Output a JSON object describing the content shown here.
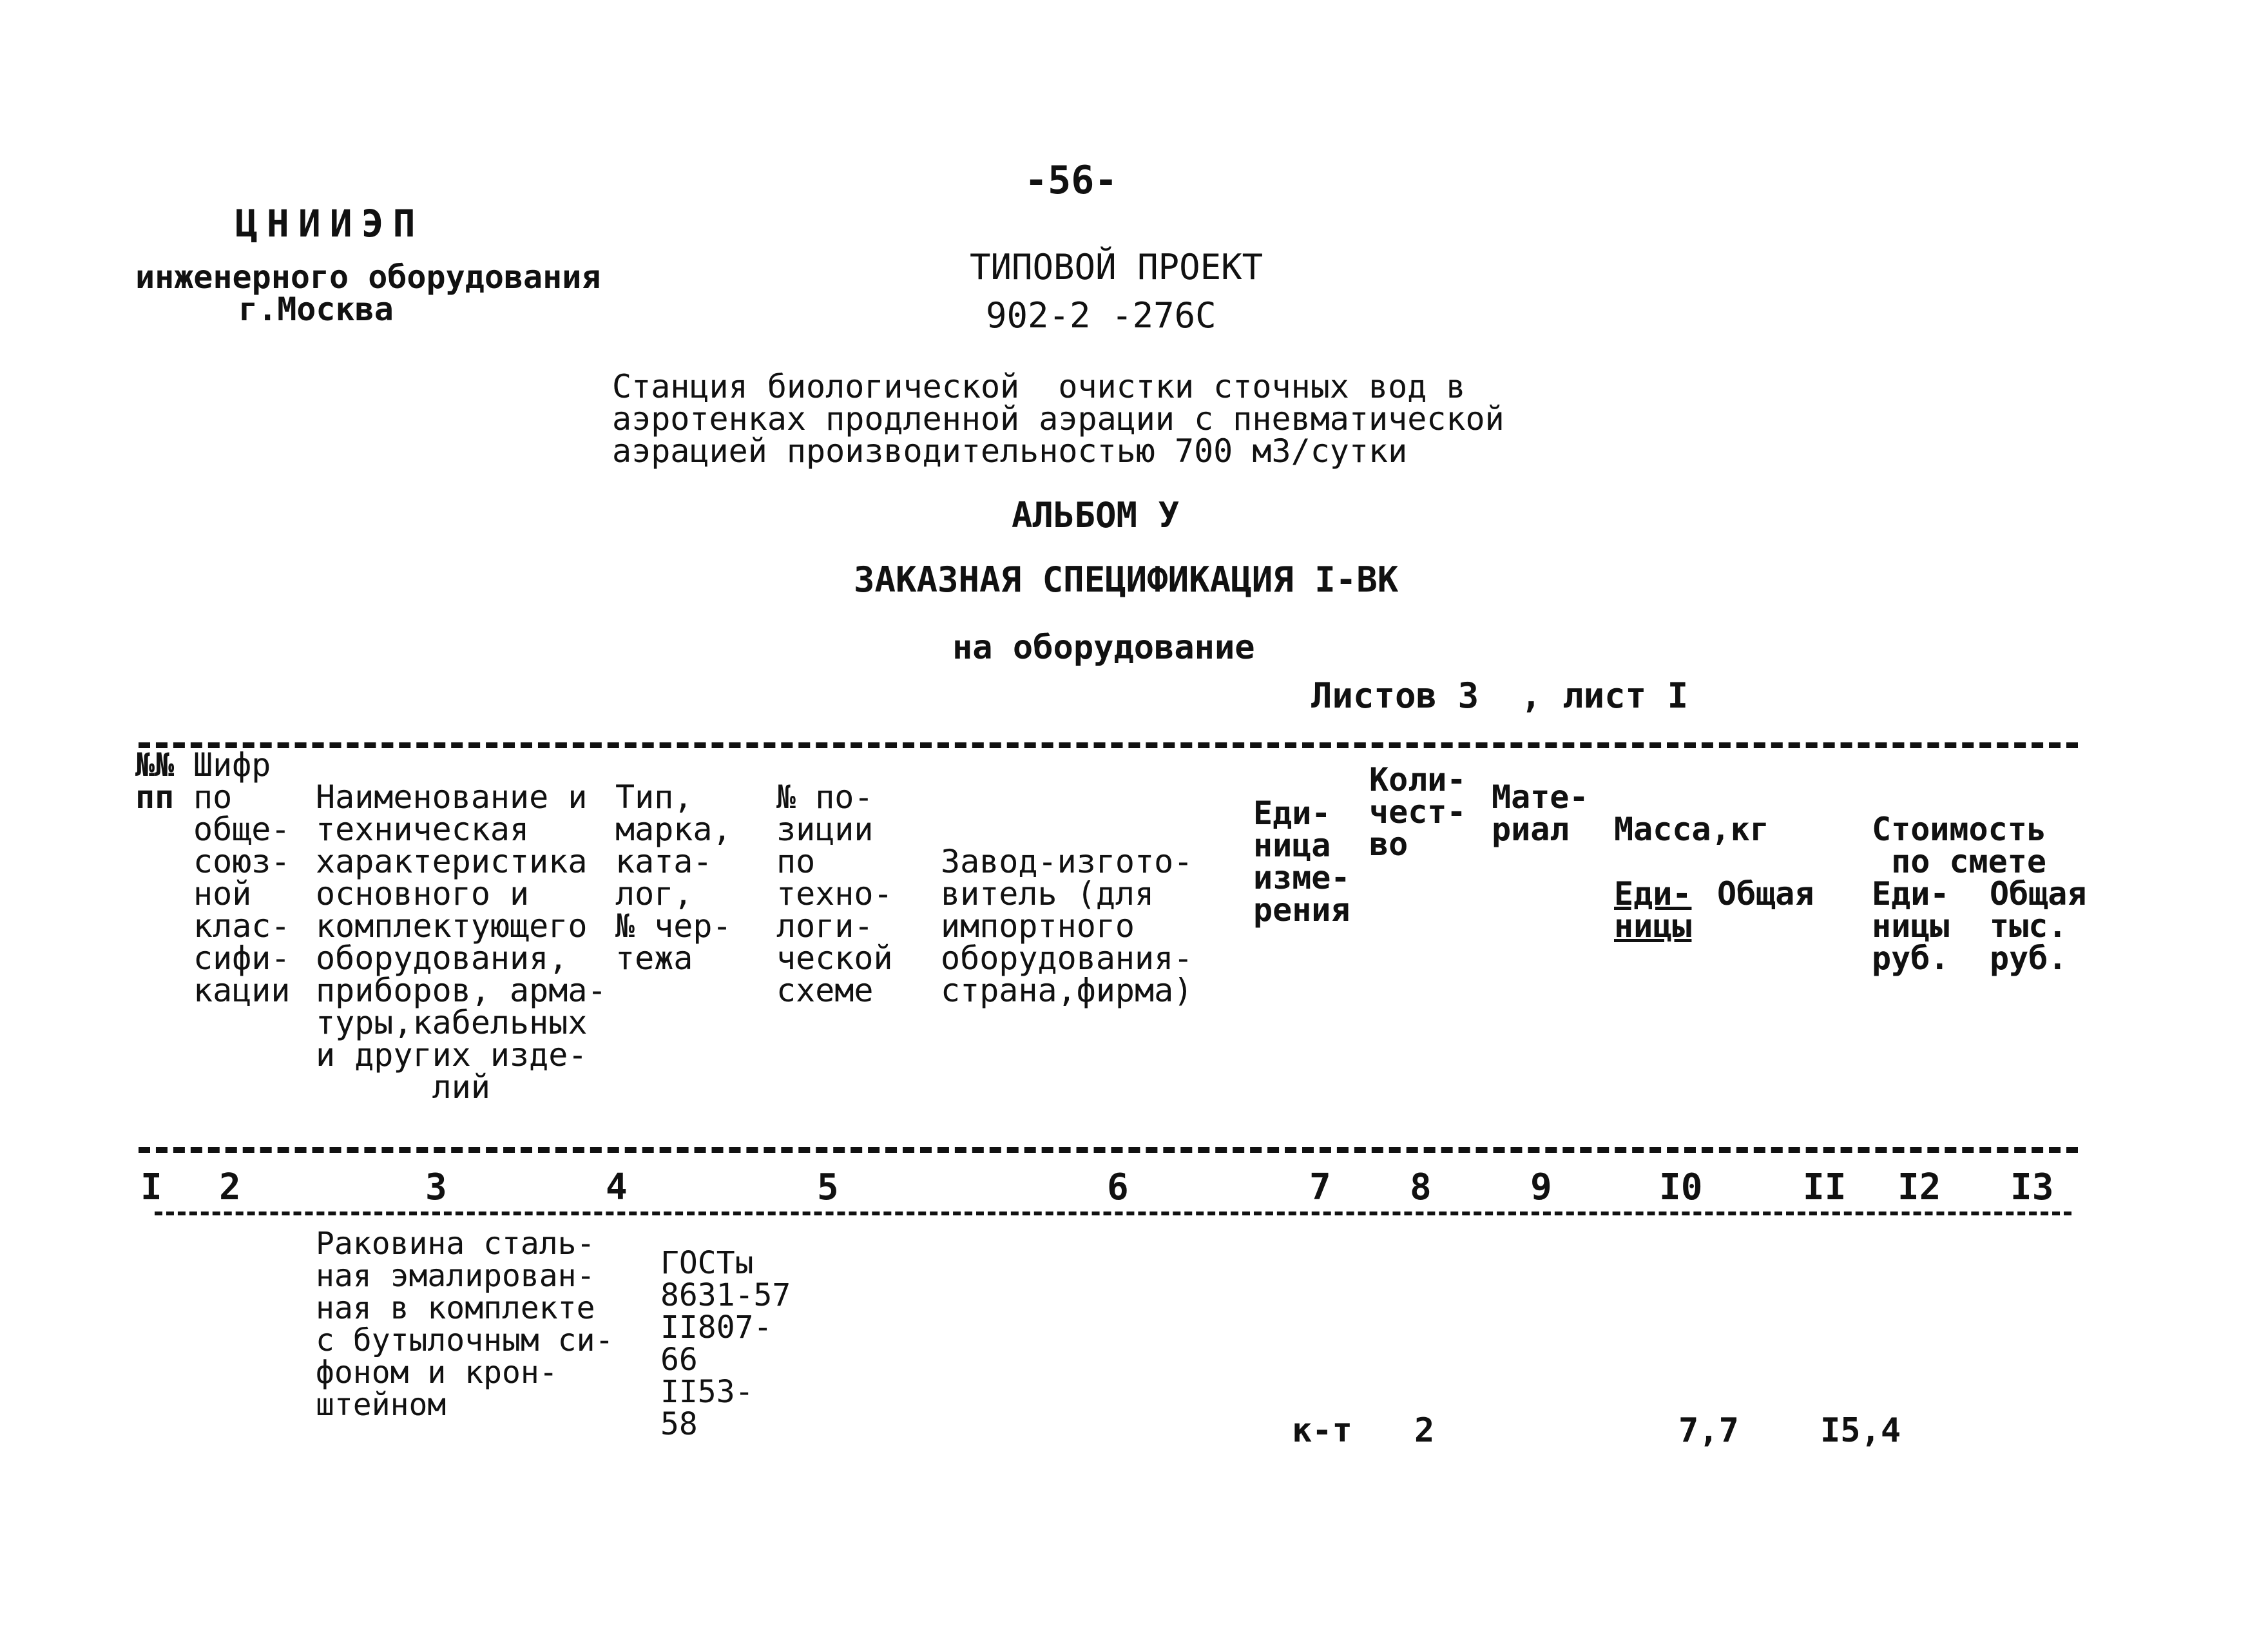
{
  "page_number": "-56-",
  "org": {
    "name": "ЦНИИЭП",
    "dept": "инженерного оборудования",
    "city": "г.Москва"
  },
  "project": {
    "label": "ТИПОВОЙ ПРОЕКТ",
    "number": "902-2 -276С"
  },
  "description": {
    "line1": "Станция биологической  очистки сточных вод в",
    "line2": "аэротенках продленной аэрации с пневматической",
    "line3": "аэрацией производительностью 700 м3/сутки"
  },
  "album": "АЛЬБОМ У",
  "spec_title": "ЗАКАЗНАЯ СПЕЦИФИКАЦИЯ I-ВК",
  "spec_subtitle": "на оборудование",
  "sheets": "Листов 3  , лист I",
  "columns": {
    "c1": "№№\nпп",
    "c2": "Шифр\nпо\nобще-\nсоюз-\nной\nклас-\nсифи-\nкации",
    "c3": "Наименование и\nтехническая\nхарактеристика\nосновного и\nкомплектующего\nоборудования,\nприборов, арма-\nтуры,кабельных\nи других изде-\n      лий",
    "c4": "Тип,\nмарка,\nката-\nлог,\n№ чер-\nтежа",
    "c5": "№ по-\nзиции\nпо\nтехно-\nлоги-\nческой\nсхеме",
    "c6": "Завод-изгото-\nвитель (для\nимпортного\nоборудования-\nстрана,фирма)",
    "c7": "Еди-\nница\nизме-\nрения",
    "c8": "Коли-\nчест-\nво",
    "c9": "Мате-\nриал",
    "mass": "Масса,кг",
    "c10": "Еди-\nницы",
    "c11": "Общая",
    "cost": "Стоимость\n по смете",
    "c12": "Еди-\nницы\nруб.",
    "c13": "Общая\nтыс.\nруб."
  },
  "numbering": [
    "I",
    "2",
    "3",
    "4",
    "5",
    "6",
    "7",
    "8",
    "9",
    "I0",
    "II",
    "I2",
    "I3"
  ],
  "rows": [
    {
      "name": "Раковина сталь-\nная эмалирован-\nная в комплекте\nс бутылочным си-\nфоном и крон-\nштейном",
      "type": "ГОСТы\n8631-57\nII807-\n66\nII53-\n58",
      "unit": "к-т",
      "qty": "2",
      "mass_unit": "7,7",
      "mass_total": "I5,4"
    }
  ]
}
